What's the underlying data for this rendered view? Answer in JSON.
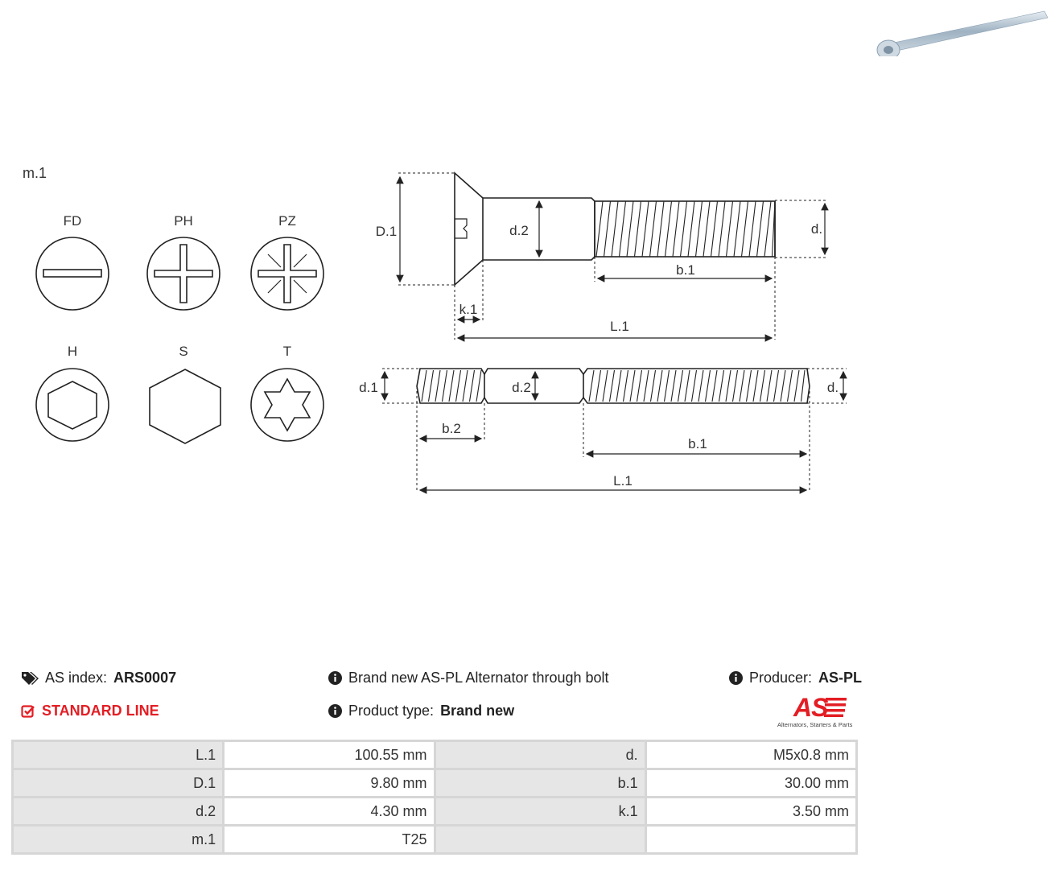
{
  "drawing": {
    "m_label": "m.1",
    "head_types": [
      "FD",
      "PH",
      "PZ",
      "H",
      "S",
      "T"
    ],
    "dims": {
      "D1": "D.1",
      "d2": "d.2",
      "d": "d.",
      "b1": "b.1",
      "k1": "k.1",
      "L1": "L.1",
      "d1": "d.1",
      "b2": "b.2"
    }
  },
  "info": {
    "as_index_label": "AS index:",
    "as_index_value": "ARS0007",
    "line": "STANDARD LINE",
    "description": "Brand new AS-PL Alternator through bolt",
    "product_type_label": "Product type:",
    "product_type_value": "Brand new",
    "producer_label": "Producer:",
    "producer_value": "AS-PL"
  },
  "logo": {
    "text": "AS",
    "tagline": "Alternators, Starters & Parts",
    "color": "#e31e24"
  },
  "specs": [
    [
      "L.1",
      "100.55 mm",
      "d.",
      "M5x0.8 mm"
    ],
    [
      "D.1",
      "9.80 mm",
      "b.1",
      "30.00 mm"
    ],
    [
      "d.2",
      "4.30 mm",
      "k.1",
      "3.50 mm"
    ],
    [
      "m.1",
      "T25",
      "",
      ""
    ]
  ]
}
